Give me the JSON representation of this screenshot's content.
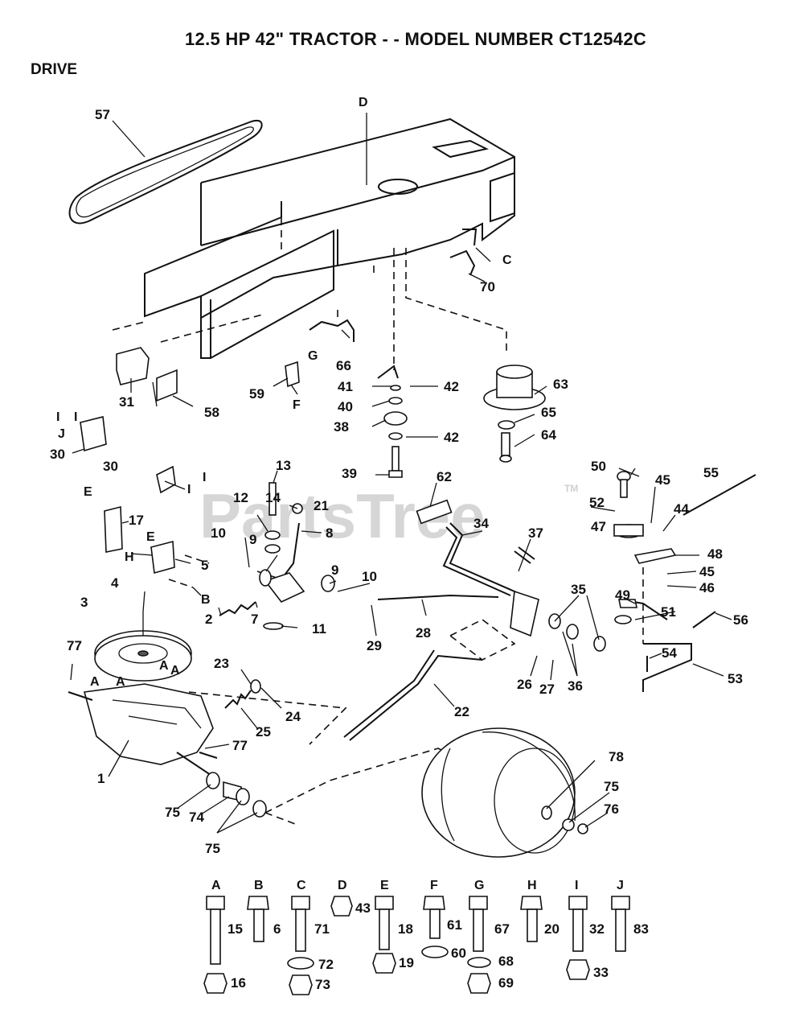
{
  "header": {
    "title": "12.5 HP 42\" TRACTOR - - MODEL NUMBER CT12542C",
    "section": "DRIVE"
  },
  "watermark": {
    "text": "PartsTree",
    "tm": "TM"
  },
  "callouts": [
    "57",
    "D",
    "C",
    "70",
    "63",
    "65",
    "64",
    "66",
    "G",
    "31",
    "58",
    "59",
    "F",
    "41",
    "42",
    "40",
    "38",
    "39",
    "30",
    "13",
    "21",
    "14",
    "12",
    "8",
    "10",
    "9",
    "17",
    "E",
    "H",
    "5",
    "B",
    "4",
    "3",
    "2",
    "7",
    "11",
    "62",
    "34",
    "37",
    "50",
    "45",
    "44",
    "55",
    "52",
    "47",
    "48",
    "46",
    "49",
    "35",
    "51",
    "56",
    "54",
    "53",
    "28",
    "29",
    "26",
    "27",
    "36",
    "23",
    "24",
    "25",
    "22",
    "77",
    "A",
    "1",
    "75",
    "74",
    "78",
    "76",
    "I",
    "J"
  ],
  "hardware": [
    {
      "letter": "A",
      "part": "15",
      "extra": "16"
    },
    {
      "letter": "B",
      "part": "6"
    },
    {
      "letter": "C",
      "part": "71",
      "washer": "72",
      "extra": "73"
    },
    {
      "letter": "D",
      "part": "43"
    },
    {
      "letter": "E",
      "part": "18",
      "extra": "19"
    },
    {
      "letter": "F",
      "part": "61",
      "washer": "60"
    },
    {
      "letter": "G",
      "part": "67",
      "washer": "68",
      "extra": "69"
    },
    {
      "letter": "H",
      "part": "20"
    },
    {
      "letter": "I",
      "part": "32",
      "extra": "33"
    },
    {
      "letter": "J",
      "part": "83"
    }
  ]
}
